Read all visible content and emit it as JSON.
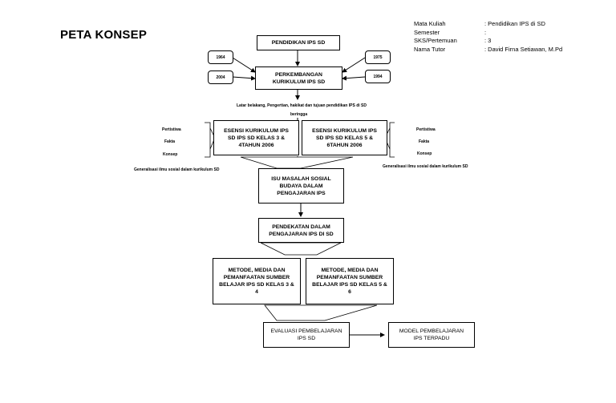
{
  "title": "PETA KONSEP",
  "info": {
    "rows": [
      {
        "label": "Mata Kuliah",
        "value": ": Pendidikan IPS di SD"
      },
      {
        "label": "Semester",
        "value": ":"
      },
      {
        "label": "SKS/Pertemuan",
        "value": ": 3"
      },
      {
        "label": "Nama Tutor",
        "value": ": David Firna Setiawan, M.Pd"
      }
    ]
  },
  "nodes": {
    "pendidikan": "PENDIDIKAN IPS SD",
    "perkembangan": "PERKEMBANGAN KURIKULUM IPS SD",
    "years": {
      "y1": "1964",
      "y2": "2004",
      "y3": "1975",
      "y4": "1994"
    },
    "latar": "Latar belakang, Pengertian, hakikat dan tujuan pendidikan IPS di SD",
    "beringga": "beringga",
    "esensi_left": "ESENSI KURIKULUM IPS SD IPS SD KELAS 3 & 4TAHUN 2006",
    "esensi_right": "ESENSI KURIKULUM IPS SD IPS SD KELAS 5 & 6TAHUN 2006",
    "side_left": [
      "Pertistiwa",
      "Fakta",
      "Konsep"
    ],
    "side_right": [
      "Pertistiwa",
      "Fakta",
      "Konsep"
    ],
    "gen_left": "Generalisasi ilmu sosial dalam kurikulum SD",
    "gen_right": "Generalisasi ilmu sosial dalam kurikulum SD",
    "isu": "ISU MASALAH SOSIAL BUDAYA DALAM PENGAJARAN IPS",
    "pendekatan": "PENDEKATAN DALAM PENGAJARAN IPS DI SD",
    "metode_left": "METODE, MEDIA DAN PEMANFAATAN SUMBER BELAJAR IPS SD KELAS 3 & 4",
    "metode_right": "METODE, MEDIA DAN PEMANFAATAN SUMBER BELAJAR IPS SD KELAS 5 & 6",
    "evaluasi": "EVALUASI PEMBELAJARAN IPS SD",
    "model": "MODEL PEMBELAJARAN IPS TERPADU"
  }
}
